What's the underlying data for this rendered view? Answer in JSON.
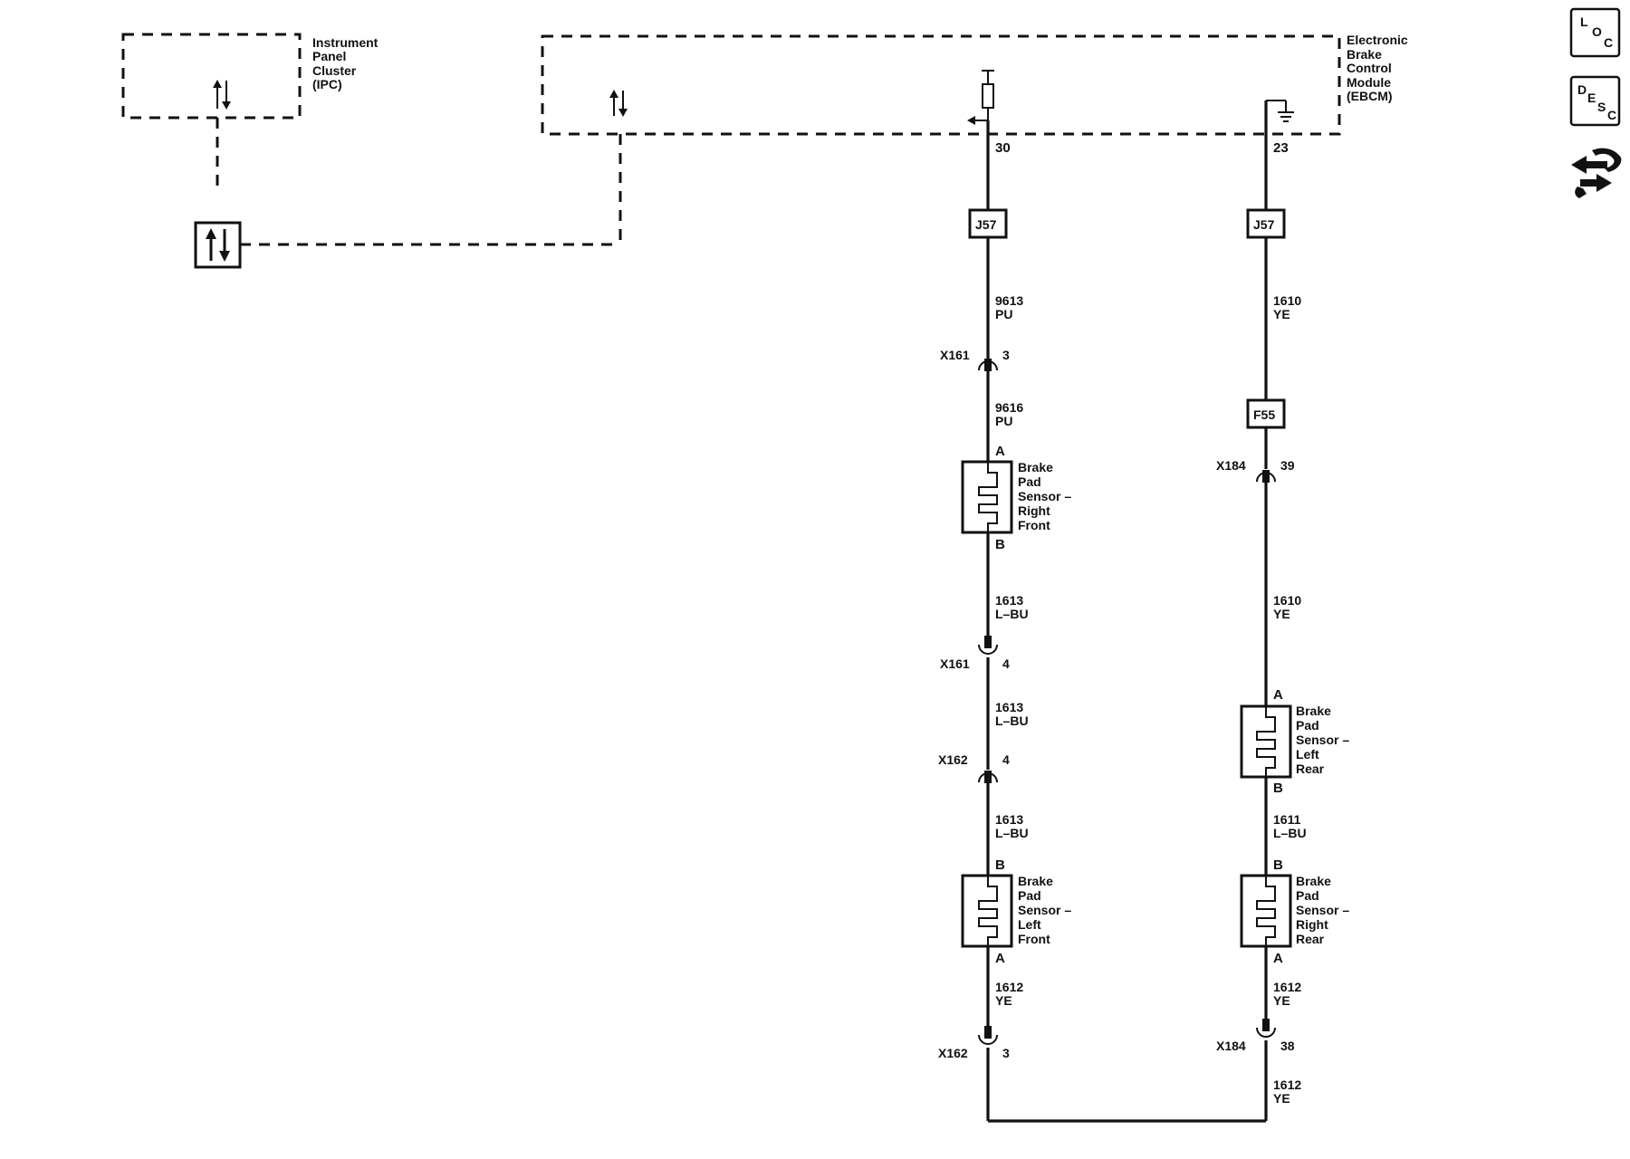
{
  "modules": {
    "ipc": {
      "lines": [
        "Instrument",
        "Panel",
        "Cluster",
        "(IPC)"
      ]
    },
    "ebcm": {
      "lines": [
        "Electronic",
        "Brake",
        "Control",
        "Module",
        "(EBCM)"
      ]
    }
  },
  "pins": {
    "ebcm_left": "30",
    "ebcm_right": "23"
  },
  "splices": {
    "left": "J57",
    "right": "J57"
  },
  "fuse": {
    "label": "F55"
  },
  "wires": {
    "w9613": [
      "9613",
      "PU"
    ],
    "w9616": [
      "9616",
      "PU"
    ],
    "w1613a": [
      "1613",
      "L–BU"
    ],
    "w1613b": [
      "1613",
      "L–BU"
    ],
    "w1613c": [
      "1613",
      "L–BU"
    ],
    "w1612_left": [
      "1612",
      "YE"
    ],
    "w1610a": [
      "1610",
      "YE"
    ],
    "w1610b": [
      "1610",
      "YE"
    ],
    "w1611": [
      "1611",
      "L–BU"
    ],
    "w1612_right": [
      "1612",
      "YE"
    ],
    "w1612_bottom": [
      "1612",
      "YE"
    ]
  },
  "connectors": {
    "x161_top": {
      "name": "X161",
      "pin": "3"
    },
    "x161_bottom": {
      "name": "X161",
      "pin": "4"
    },
    "x162_top": {
      "name": "X162",
      "pin": "4"
    },
    "x162_bottom": {
      "name": "X162",
      "pin": "3"
    },
    "x184_top": {
      "name": "X184",
      "pin": "39"
    },
    "x184_bottom": {
      "name": "X184",
      "pin": "38"
    }
  },
  "sensors": {
    "right_front": {
      "lines": [
        "Brake",
        "Pad",
        "Sensor –",
        "Right",
        "Front"
      ],
      "top_pin": "A",
      "bottom_pin": "B"
    },
    "left_front": {
      "lines": [
        "Brake",
        "Pad",
        "Sensor –",
        "Left",
        "Front"
      ],
      "top_pin": "B",
      "bottom_pin": "A"
    },
    "left_rear": {
      "lines": [
        "Brake",
        "Pad",
        "Sensor –",
        "Left",
        "Rear"
      ],
      "top_pin": "A",
      "bottom_pin": "B"
    },
    "right_rear": {
      "lines": [
        "Brake",
        "Pad",
        "Sensor –",
        "Right",
        "Rear"
      ],
      "top_pin": "B",
      "bottom_pin": "A"
    }
  },
  "side_icons": {
    "loc": {
      "letters": [
        "L",
        "O",
        "C"
      ],
      "icon": "location-icon"
    },
    "desc": {
      "letters": [
        "D",
        "E",
        "S",
        "C"
      ],
      "icon": "description-icon"
    },
    "connector_icon": "connector-end-view-icon"
  }
}
